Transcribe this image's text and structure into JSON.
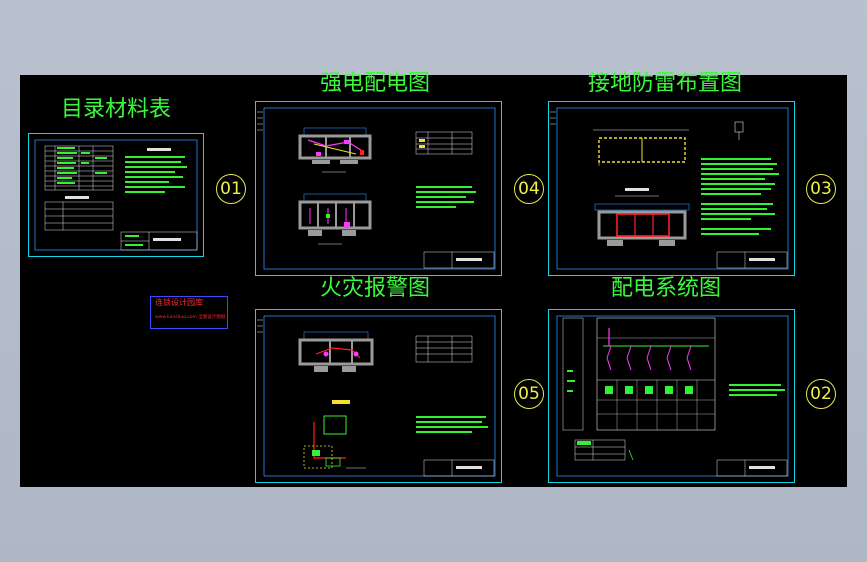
{
  "sheets": {
    "catalog": {
      "title": "目录材料表"
    },
    "power": {
      "title": "强电配电图"
    },
    "ground": {
      "title": "接地防雷布置图"
    },
    "fire": {
      "title": "火灾报警图"
    },
    "system": {
      "title": "配电系统图"
    }
  },
  "markers": [
    "01",
    "04",
    "03",
    "05",
    "02"
  ],
  "stamp": {
    "line1": "连锁设计园库",
    "line2": "www.lianshuo.com  全套设计图纸"
  },
  "colors": {
    "background": "#000000",
    "frame": "#16d6e6",
    "title": "#3cf83c",
    "marker": "#e8e84a",
    "wall": "#9a9a9a",
    "wire_magenta": "#ff36ff",
    "wire_red": "#ff2020",
    "wire_yellow": "#f0e030",
    "text_green": "#32f232",
    "stamp_border": "#3a4cff",
    "stamp_text": "#ff2a2a"
  }
}
